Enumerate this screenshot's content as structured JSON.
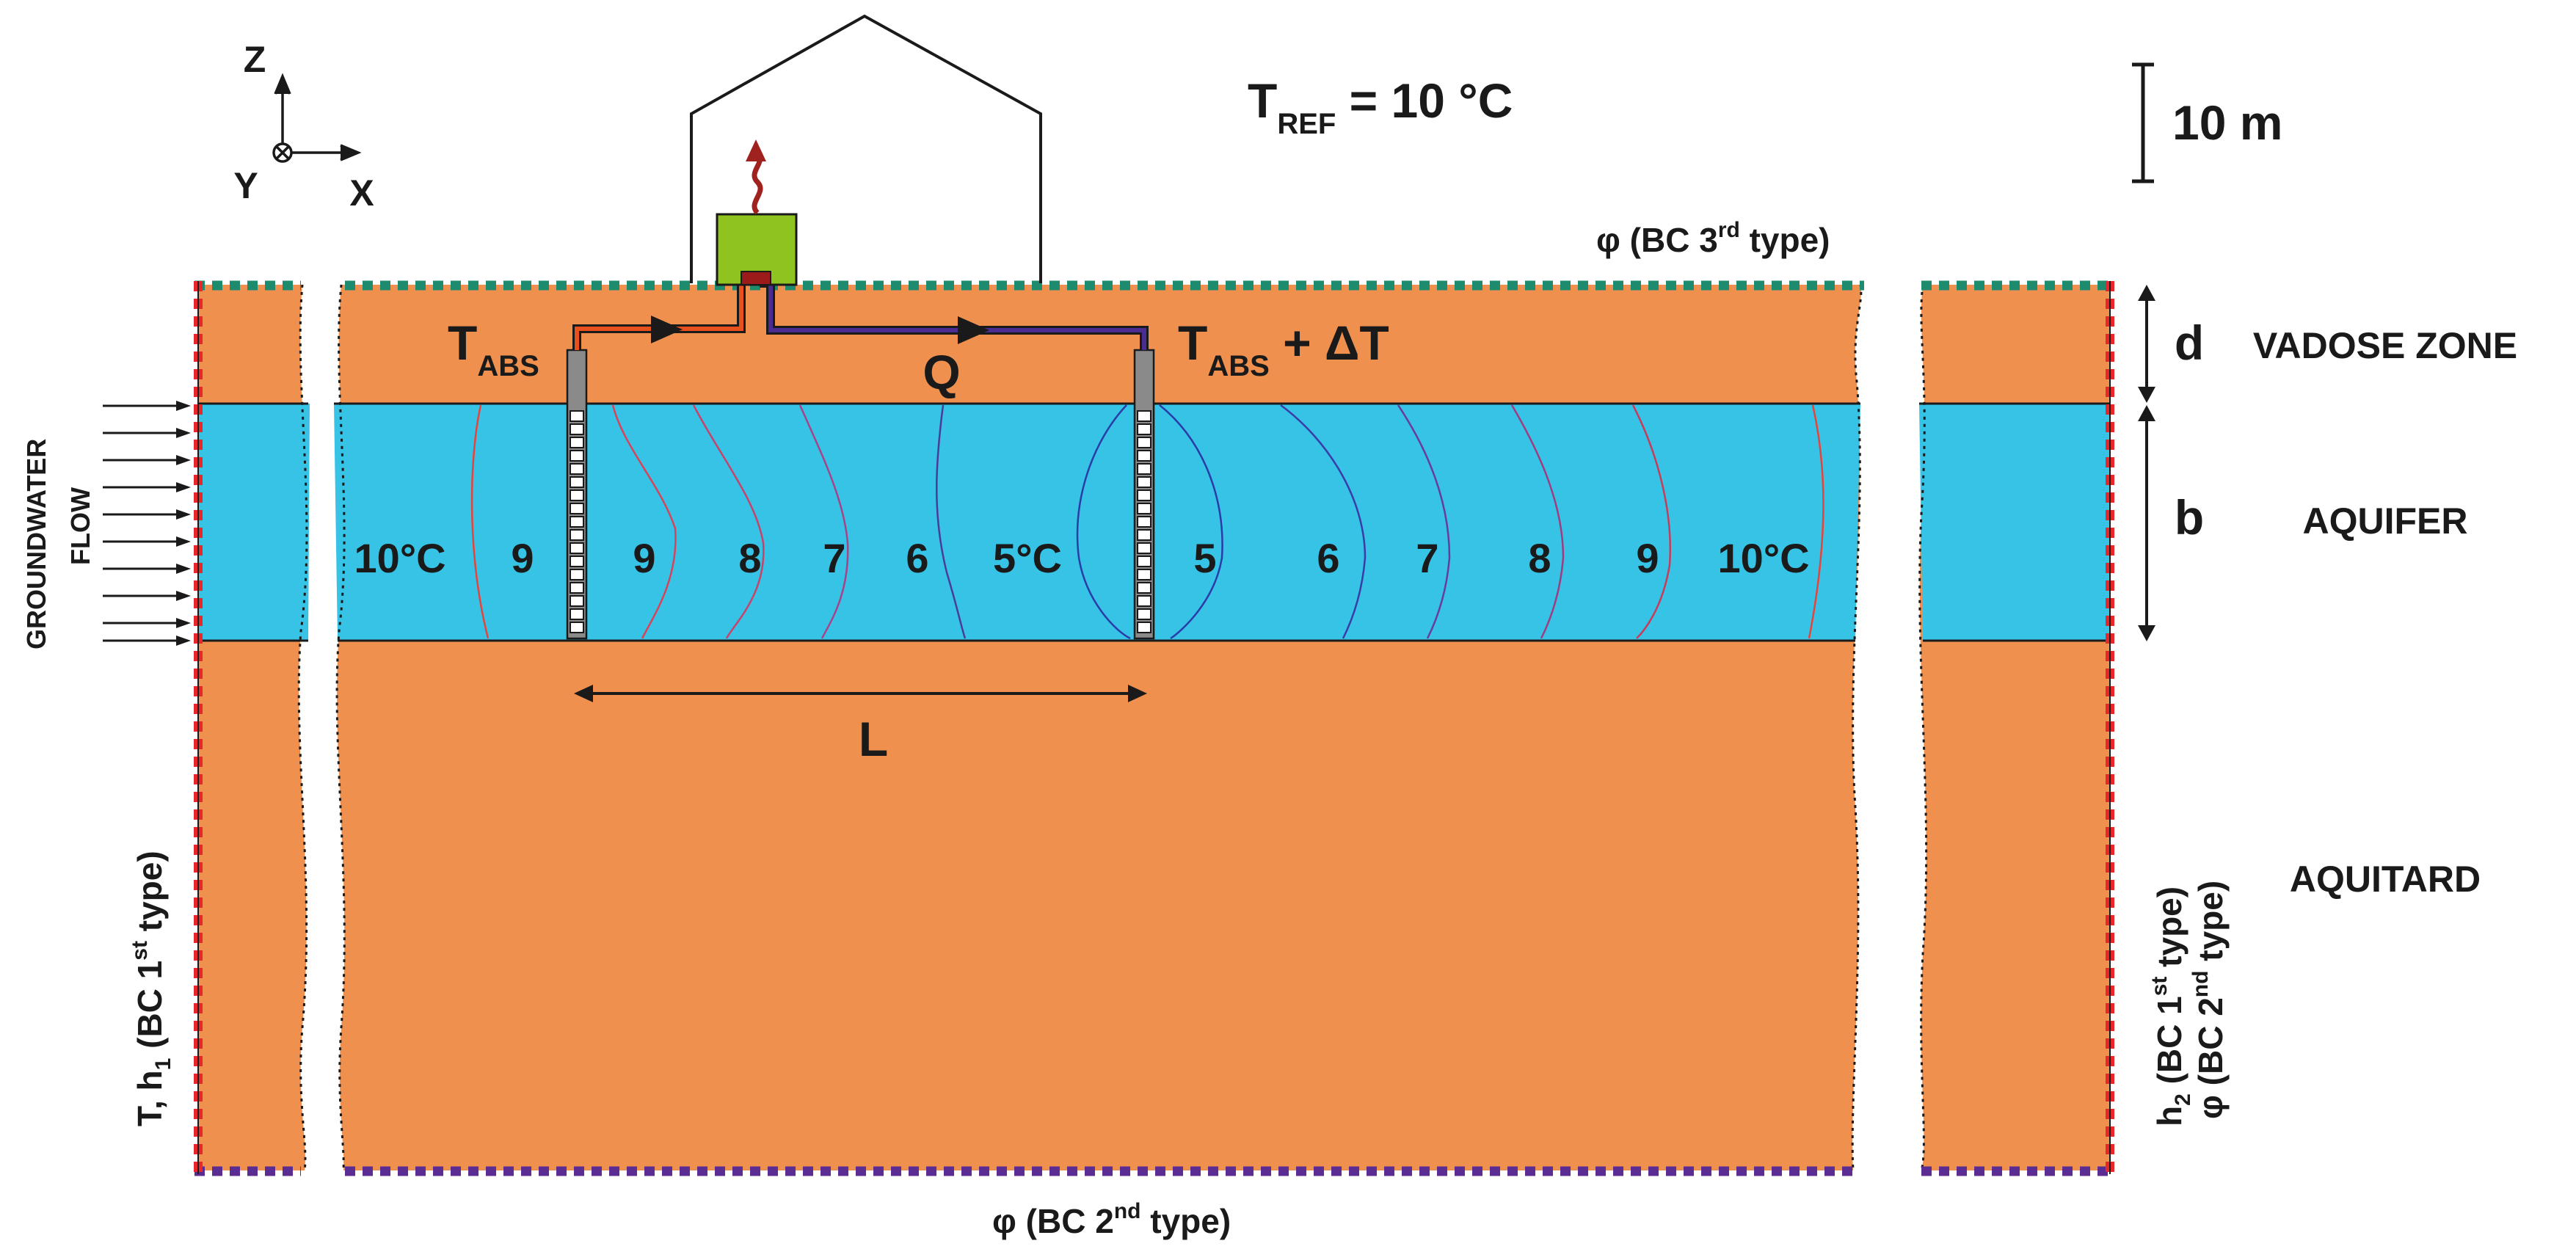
{
  "title": {
    "tref_main": "T",
    "tref_sub": "REF",
    "tref_rest": " = 10 °C"
  },
  "scale_bar": {
    "label": "10 m"
  },
  "axes": {
    "z": "Z",
    "y": "Y",
    "x": "X"
  },
  "boundaries": {
    "top": {
      "pre": "φ (BC 3",
      "sup": "rd",
      "post": " type)"
    },
    "bottom": {
      "pre": "φ (BC 2",
      "sup": "nd",
      "post": " type)"
    },
    "left": {
      "pre": "T, h",
      "sub": "1",
      "mid": " (BC 1",
      "sup": "st",
      "post": " type)"
    },
    "right_line1": {
      "pre": "h",
      "sub": "2",
      "mid": " (BC 1",
      "sup": "st",
      "post": " type)"
    },
    "right_line2": {
      "pre": "φ (BC 2",
      "sup": "nd",
      "post": " type)"
    }
  },
  "layers": {
    "vadose_zone": "VADOSE ZONE",
    "aquifer": "AQUIFER",
    "aquitard": "AQUITARD",
    "d_label": "d",
    "b_label": "b"
  },
  "groundwater_label": {
    "line1": "GROUNDWATER",
    "line2": "FLOW"
  },
  "wells": {
    "abstraction_main": "T",
    "abstraction_sub": "ABS",
    "injection_main": "T",
    "injection_sub": "ABS",
    "injection_rest": " + ΔT",
    "flow_label": "Q",
    "distance_label": "L"
  },
  "isotherm_labels": [
    "10°C",
    "9",
    "9",
    "8",
    "7",
    "6",
    "5°C",
    "5",
    "6",
    "7",
    "8",
    "9",
    "10°C"
  ],
  "colors": {
    "soil": "#F0904E",
    "aquifer": "#36C3E6",
    "heat_pump": "#8FC31F",
    "bc_first_type": "#E8272A",
    "bc_third_type": "#1E8A6E",
    "bc_second_type": "#5B2C91",
    "warm_pipe": "#E8501E",
    "cold_pipe": "#4B2C91",
    "heat_arrow": "#A0221E"
  }
}
